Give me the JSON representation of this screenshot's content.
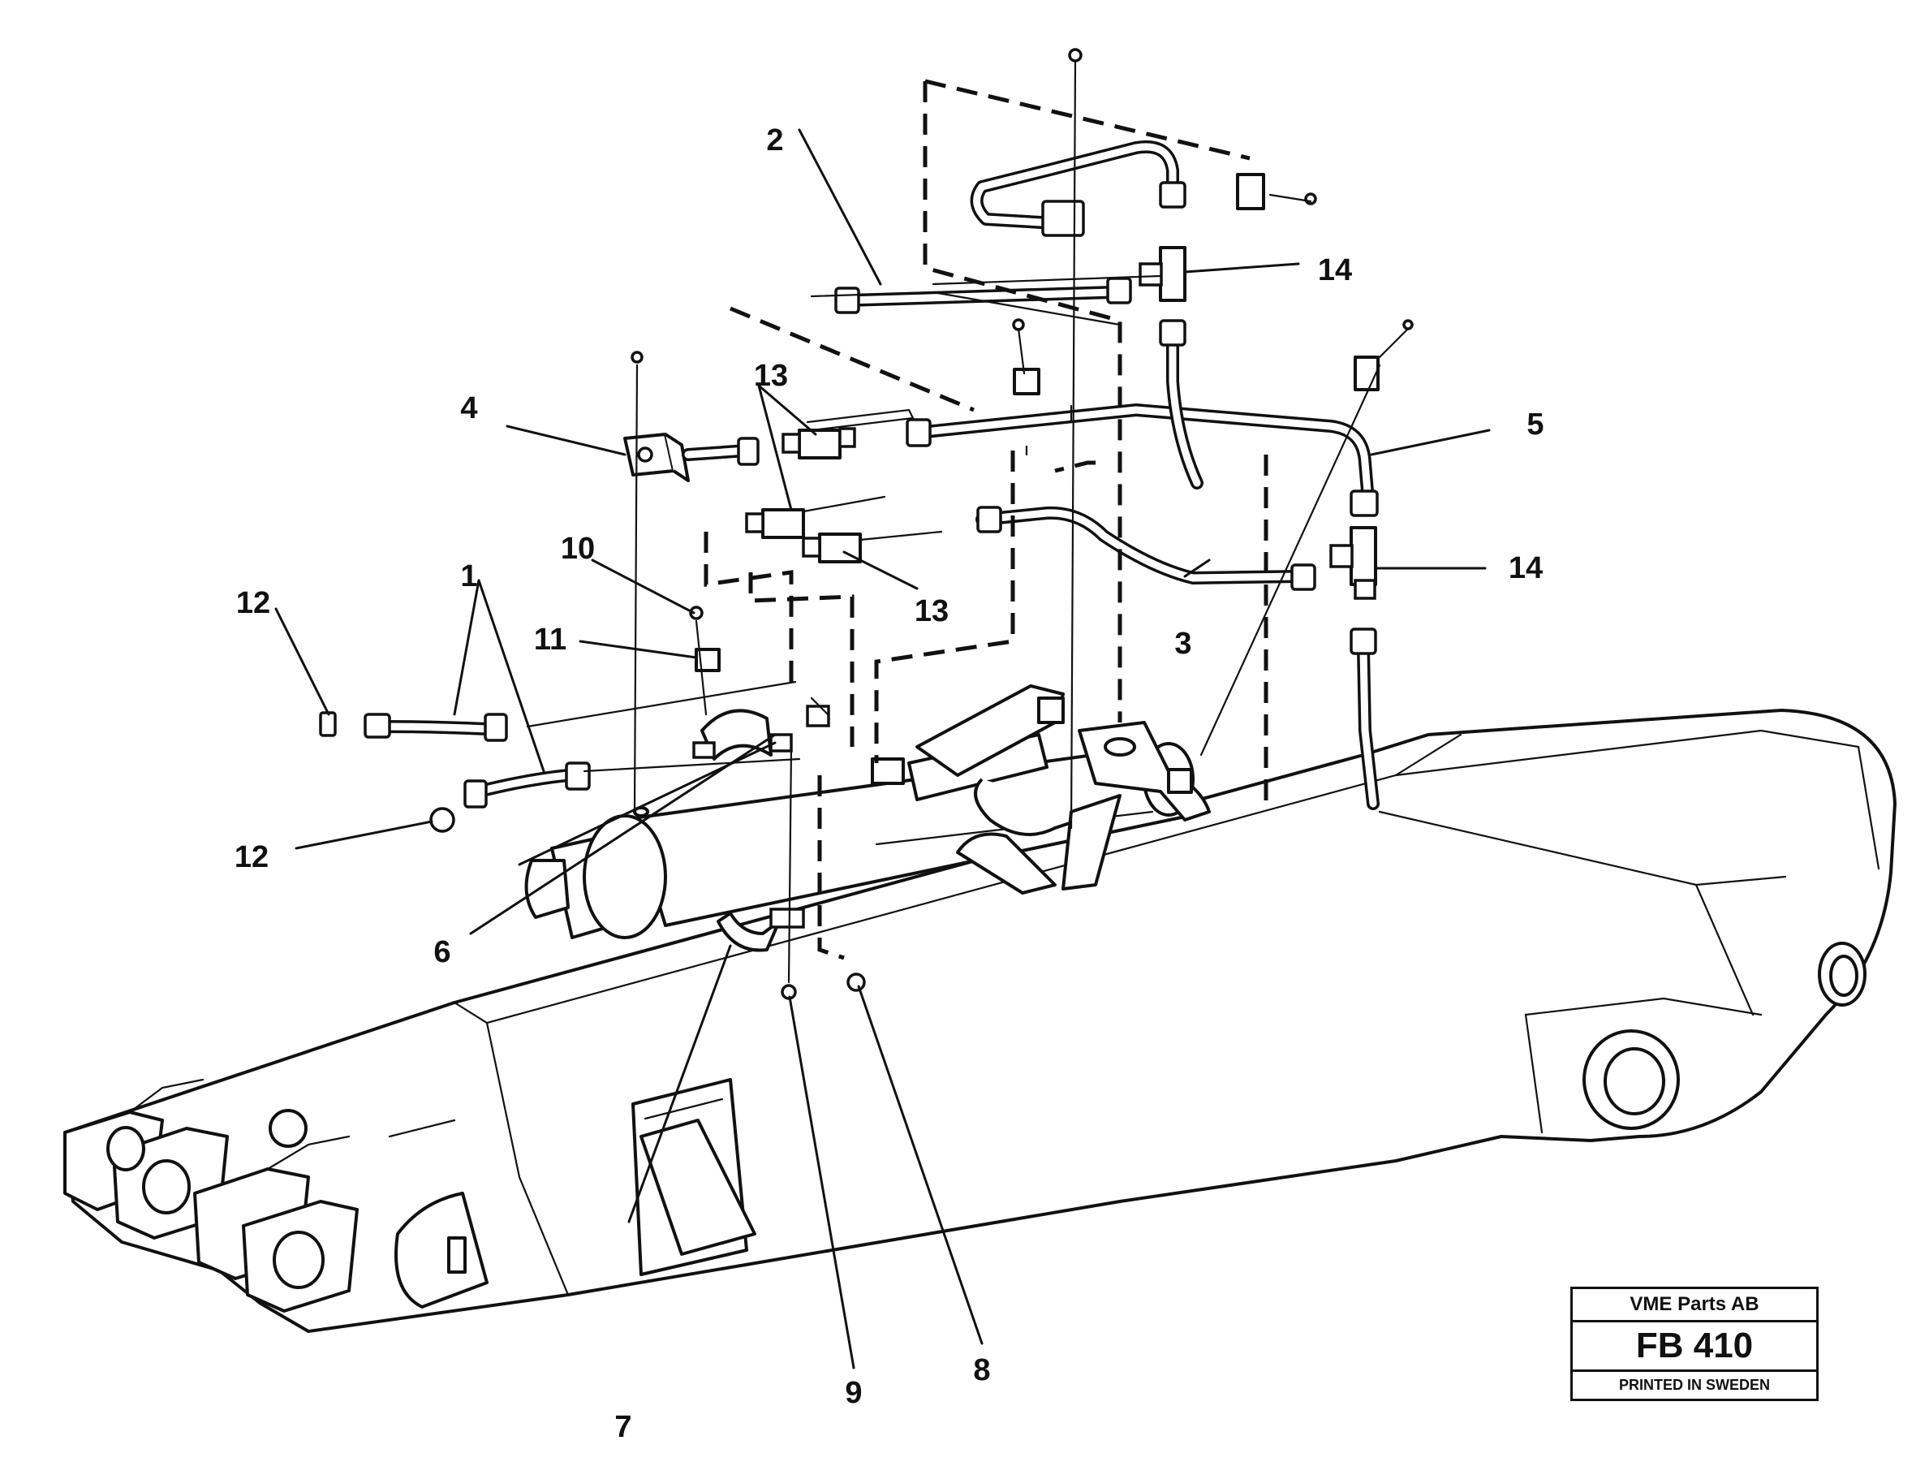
{
  "diagram": {
    "callouts": [
      {
        "id": "c1",
        "text": "1"
      },
      {
        "id": "c2",
        "text": "2"
      },
      {
        "id": "c3",
        "text": "3"
      },
      {
        "id": "c4",
        "text": "4"
      },
      {
        "id": "c5",
        "text": "5"
      },
      {
        "id": "c6",
        "text": "6"
      },
      {
        "id": "c7",
        "text": "7"
      },
      {
        "id": "c8",
        "text": "8"
      },
      {
        "id": "c9",
        "text": "9"
      },
      {
        "id": "c10",
        "text": "10"
      },
      {
        "id": "c11",
        "text": "11"
      },
      {
        "id": "c12a",
        "text": "12"
      },
      {
        "id": "c12b",
        "text": "12"
      },
      {
        "id": "c13a",
        "text": "13"
      },
      {
        "id": "c13b",
        "text": "13"
      },
      {
        "id": "c14a",
        "text": "14"
      },
      {
        "id": "c14b",
        "text": "14"
      }
    ]
  },
  "title_block": {
    "company": "VME Parts AB",
    "code": "FB 410",
    "printed": "PRINTED IN SWEDEN"
  }
}
